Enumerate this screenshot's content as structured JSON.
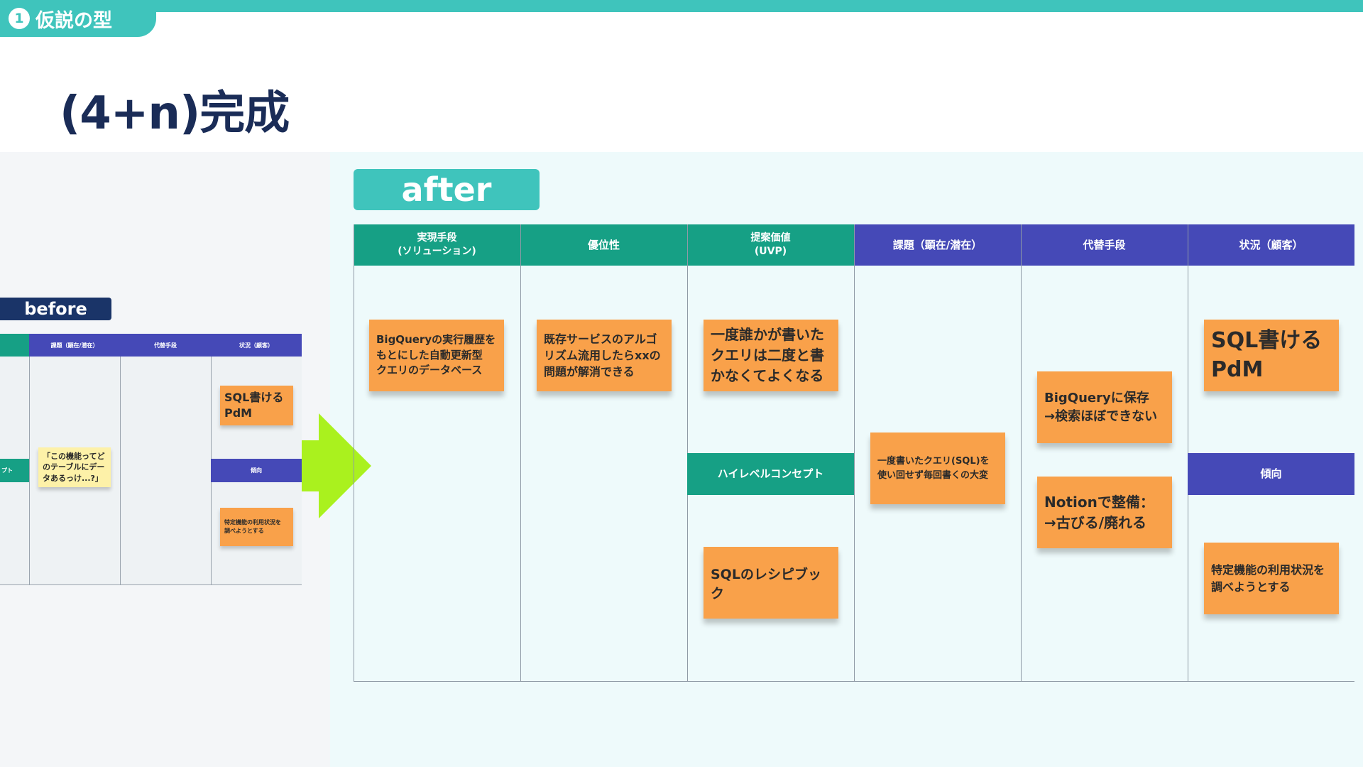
{
  "header": {
    "section_number": "1",
    "section_label": "仮説の型",
    "title": "(4+n)完成"
  },
  "after": {
    "label": "after",
    "columns": [
      {
        "title": "実現手段\n(ソリューション)",
        "color": "green"
      },
      {
        "title": "優位性",
        "color": "green"
      },
      {
        "title": "提案価値\n(UVP)",
        "color": "green"
      },
      {
        "title": "課題（顕在/潜在）",
        "color": "blue"
      },
      {
        "title": "代替手段",
        "color": "blue"
      },
      {
        "title": "状況（顧客）",
        "color": "blue"
      }
    ],
    "sub_headers": {
      "high_level_concept": "ハイレベルコンセプト",
      "trend": "傾向"
    },
    "stickies": {
      "solution": "BigQueryの実行履歴を\nもとにした自動更新型\nクエリのデータベース",
      "advantage": "既存サービスのアルゴ\nリズム流用したらxxの\n問題が解消できる",
      "uvp": "一度誰かが書いた\nクエリは二度と書\nかなくてよくなる",
      "concept": "SQLのレシピブック",
      "problem": "一度書いたクエリ(SQL)を\n使い回せず毎回書くの大変",
      "alt1": "BigQueryに保存\n→検索ほぼできない",
      "alt2": "Notionで整備：\n→古びる/廃れる",
      "situation": "SQL書ける\nPdM",
      "trend": "特定機能の利用状況を\n調べようとする"
    }
  },
  "before": {
    "label": "before",
    "columns": [
      "課題（顕在/潜在）",
      "代替手段",
      "状況（顧客）"
    ],
    "left_clip_label": "プト",
    "trend_header": "傾向",
    "stickies": {
      "problem": "「この機能ってど\nのテーブルにデー\nタあるっけ...?」",
      "situation": "SQL書ける\nPdM",
      "trend": "特定機能の利用状況を\n調べようとする"
    }
  },
  "colors": {
    "teal": "#3fc4bc",
    "green_header": "#16a085",
    "blue_header": "#4549b7",
    "sticky_orange": "#f9a14a",
    "sticky_yellow": "#fdf1a8",
    "arrow_lime": "#aaf11e",
    "title_navy": "#1a2c57"
  }
}
